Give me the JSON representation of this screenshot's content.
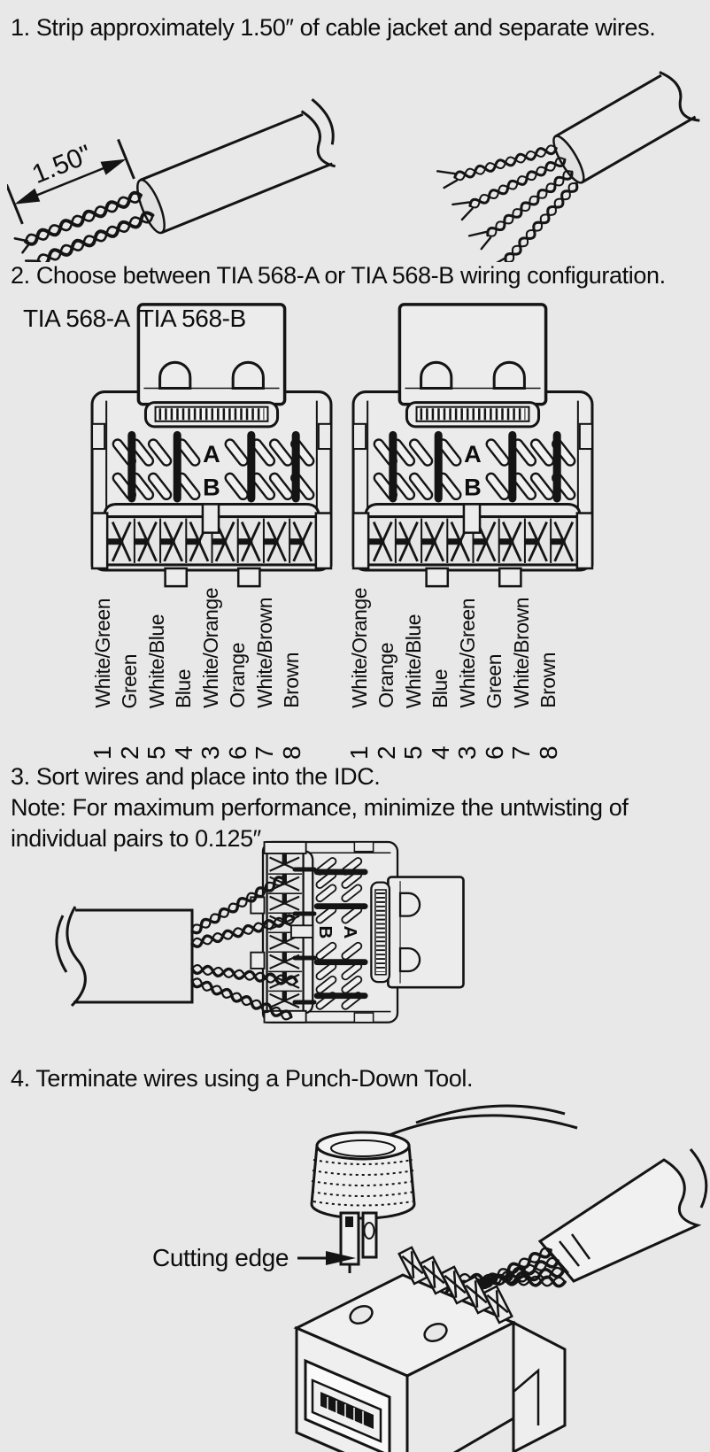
{
  "page": {
    "background": "#e8e8e8",
    "ink": "#111111"
  },
  "steps": {
    "step1": {
      "title": "1. Strip approximately 1.50″ of cable jacket and separate wires."
    },
    "step2": {
      "title": "2. Choose between TIA 568-A or TIA 568-B wiring configuration."
    },
    "step3": {
      "title": "3. Sort wires and place into the IDC.",
      "note_line1": "Note: For maximum performance, minimize the untwisting of",
      "note_line2": "individual pairs to 0.125″"
    },
    "step4": {
      "title": "4. Terminate wires using a Punch-Down Tool."
    }
  },
  "labels": {
    "strip_length": "1.50\"",
    "config_a": "TIA 568-A",
    "config_b": "TIA 568-B",
    "jack_letter_a": "A",
    "jack_letter_b": "B",
    "cutting_edge": "Cutting edge"
  },
  "wiring": {
    "tia_568a": {
      "name": "TIA 568-A",
      "pins": [
        {
          "num": "1",
          "color": "White/Green"
        },
        {
          "num": "2",
          "color": "Green"
        },
        {
          "num": "5",
          "color": "White/Blue"
        },
        {
          "num": "4",
          "color": "Blue"
        },
        {
          "num": "3",
          "color": "White/Orange"
        },
        {
          "num": "6",
          "color": "Orange"
        },
        {
          "num": "7",
          "color": "White/Brown"
        },
        {
          "num": "8",
          "color": "Brown"
        }
      ]
    },
    "tia_568b": {
      "name": "TIA 568-B",
      "pins": [
        {
          "num": "1",
          "color": "White/Orange"
        },
        {
          "num": "2",
          "color": "Orange"
        },
        {
          "num": "5",
          "color": "White/Blue"
        },
        {
          "num": "4",
          "color": "Blue"
        },
        {
          "num": "3",
          "color": "White/Green"
        },
        {
          "num": "6",
          "color": "Green"
        },
        {
          "num": "7",
          "color": "White/Brown"
        },
        {
          "num": "8",
          "color": "Brown"
        }
      ]
    }
  }
}
